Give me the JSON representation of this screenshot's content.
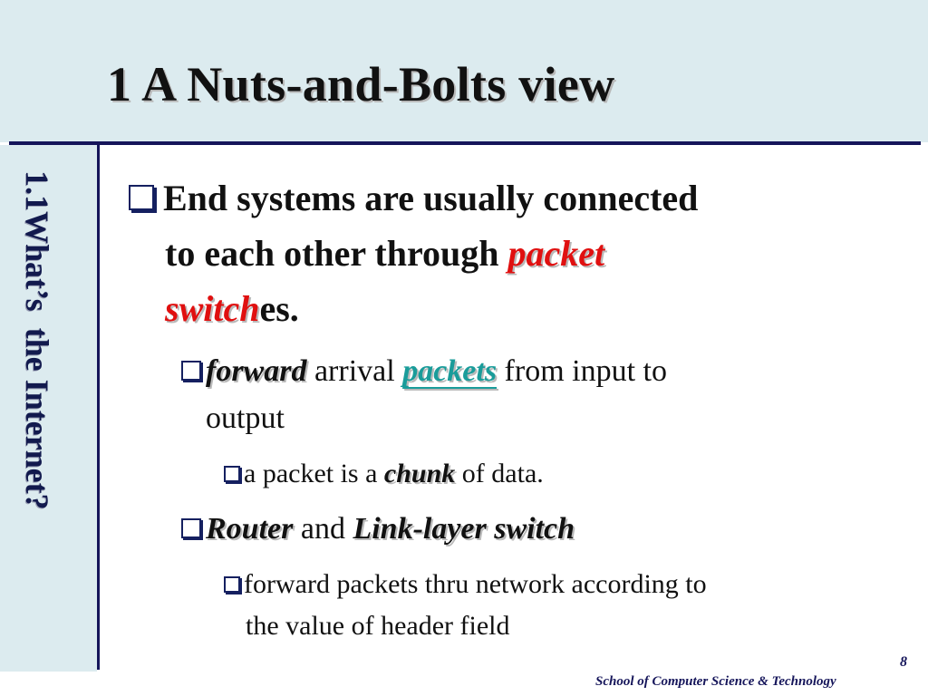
{
  "slide": {
    "title": "1 A Nuts-and-Bolts view",
    "side_label": "1.1What’s  the Internet?",
    "bullet1": {
      "text": "End systems are usually connected",
      "line2": "to each other through ",
      "emph1": "packet",
      "emph2": "switch",
      "suffix": "es."
    },
    "bullet2": {
      "emph": "forward",
      "text1": " arrival ",
      "link": "packets",
      "text2": " from input to",
      "line2": "output"
    },
    "bullet3": {
      "text1": "a packet is a ",
      "emph": "chunk",
      "text2": " of data."
    },
    "bullet4": {
      "emph1": "Router",
      "text1": " and ",
      "emph2": "Link-layer switch"
    },
    "bullet5": {
      "line1": "forward packets thru  network according to",
      "line2": "the value of header field"
    },
    "page_number": "8",
    "footer": "School of Computer Science & Technology"
  },
  "colors": {
    "band": "#dcebef",
    "rule": "#15155a",
    "emphasis_red": "#e01010",
    "link_teal": "#1a9c9a"
  },
  "icons": {
    "bullet": "hollow-square-bullet-icon"
  }
}
